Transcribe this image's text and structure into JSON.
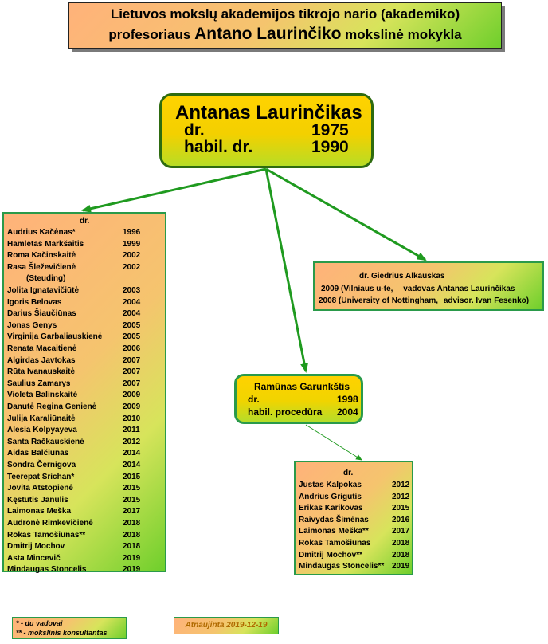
{
  "title": {
    "line1": "Lietuvos mokslų akademijos tikrojo nario (akademiko)",
    "line2_prefix": "profesoriaus",
    "line2_name": "Antano Laurinčiko",
    "line2_suffix": "mokslinė mokykla"
  },
  "root": {
    "name": "Antanas Laurinčikas",
    "dr_label": "dr.",
    "dr_year": "1975",
    "habil_label": "habil. dr.",
    "habil_year": "1990"
  },
  "left_list": {
    "header": "dr.",
    "rows": [
      {
        "name": "Audrius Kačėnas*",
        "year": "1996"
      },
      {
        "name": "Hamletas Markšaitis",
        "year": "1999"
      },
      {
        "name": "Roma Kačinskaitė",
        "year": "2002"
      },
      {
        "name": "Rasa Šleževičienė",
        "year": "2002"
      },
      {
        "name": "(Steuding)",
        "year": ""
      },
      {
        "name": "Jolita Ignatavičiūtė",
        "year": "2003"
      },
      {
        "name": "Igoris Belovas",
        "year": "2004"
      },
      {
        "name": "Darius Šiaučiūnas",
        "year": "2004"
      },
      {
        "name": "Jonas Genys",
        "year": "2005"
      },
      {
        "name": "Virginija Garbaliauskienė",
        "year": "2005"
      },
      {
        "name": "Renata Macaitienė",
        "year": "2006"
      },
      {
        "name": "Algirdas Javtokas",
        "year": "2007"
      },
      {
        "name": "Rūta Ivanauskaitė",
        "year": "2007"
      },
      {
        "name": "Saulius Zamarys",
        "year": "2007"
      },
      {
        "name": "Violeta Balinskaitė",
        "year": "2009"
      },
      {
        "name": "Danutė Regina Genienė",
        "year": "2009"
      },
      {
        "name": "Julija Karaliūnaitė",
        "year": "2010"
      },
      {
        "name": "Alesia Kolpyayeva",
        "year": "2011"
      },
      {
        "name": "Santa Račkauskienė",
        "year": "2012"
      },
      {
        "name": "Aidas Balčiūnas",
        "year": "2014"
      },
      {
        "name": "Sondra Černigova",
        "year": "2014"
      },
      {
        "name": "Teerepat Srichan*",
        "year": "2015"
      },
      {
        "name": "Jovita Atstopienė",
        "year": "2015"
      },
      {
        "name": "Kęstutis Janulis",
        "year": "2015"
      },
      {
        "name": "Laimonas Meška",
        "year": "2017"
      },
      {
        "name": "Audronė Rimkevičienė",
        "year": "2018"
      },
      {
        "name": "Rokas Tamošiūnas**",
        "year": "2018"
      },
      {
        "name": "Dmitrij Mochov",
        "year": "2018"
      },
      {
        "name": "Asta Mincevič",
        "year": "2019"
      },
      {
        "name": "Mindaugas Stoncelis",
        "year": "2019"
      }
    ]
  },
  "alkauskas": {
    "header": "dr. Giedrius Alkauskas",
    "line1_year": "2009",
    "line1_text": "(Vilniaus u-te,",
    "line1_note": "vadovas Antanas Laurinčikas",
    "line2_year": "2008",
    "line2_text": "(University of Nottingham,",
    "line2_note": "advisor. Ivan Fesenko)"
  },
  "garunkstis": {
    "name": "Ramūnas Garunkštis",
    "dr_label": "dr.",
    "dr_year": "1998",
    "habil_label": "habil. procedūra",
    "habil_year": "2004"
  },
  "bottom_list": {
    "header": "dr.",
    "rows": [
      {
        "name": "Justas Kalpokas",
        "year": "2012"
      },
      {
        "name": "Andrius Grigutis",
        "year": "2012"
      },
      {
        "name": "Erikas Karikovas",
        "year": "2015"
      },
      {
        "name": "Raivydas Šimėnas",
        "year": "2016"
      },
      {
        "name": "Laimonas Meška**",
        "year": "2017"
      },
      {
        "name": "Rokas Tamošiūnas",
        "year": "2018"
      },
      {
        "name": "Dmitrij Mochov**",
        "year": "2018"
      },
      {
        "name": "Mindaugas Stoncelis**",
        "year": "2019"
      }
    ]
  },
  "legend": {
    "line1": "* - du vadovai",
    "line2": "** - mokslinis konsultantas"
  },
  "updated": "Atnaujinta 2019-12-19",
  "colors": {
    "arrow_green": "#1f9a1f",
    "border_green": "#2a9a4a",
    "root_border": "#2e6b10"
  }
}
